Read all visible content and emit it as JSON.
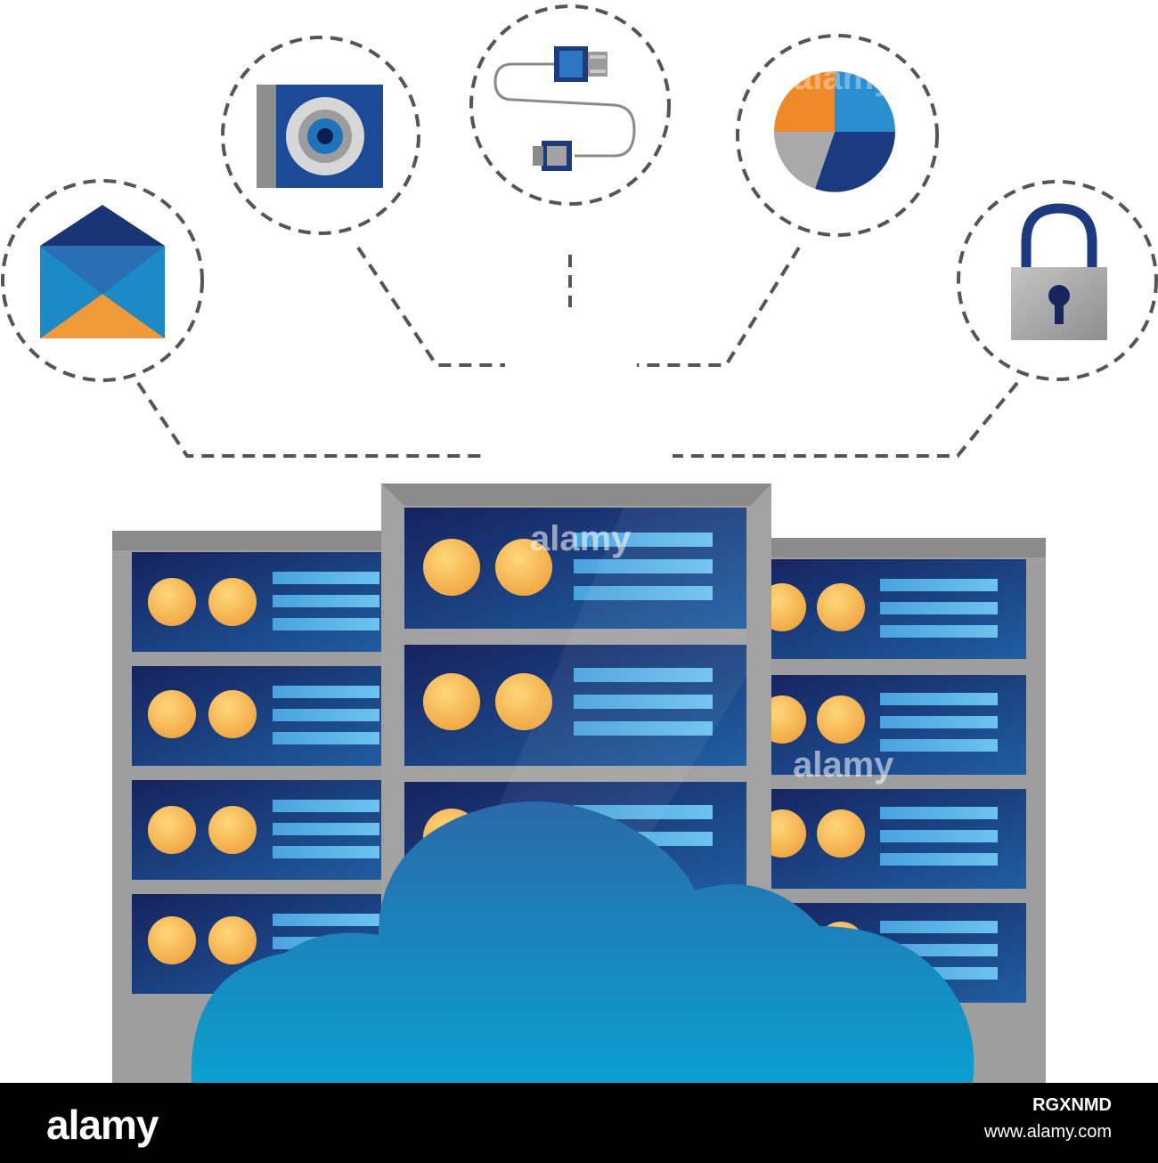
{
  "watermark": {
    "text": "alamy"
  },
  "footer": {
    "brand": "alamy",
    "image_code": "RGXNMD",
    "url": "www.alamy.com"
  },
  "illustration": {
    "icons": [
      "envelope-icon",
      "disc-drive-icon",
      "usb-cable-icon",
      "pie-chart-icon",
      "padlock-icon"
    ],
    "central": [
      "server-rack",
      "cloud"
    ],
    "colors": {
      "navy": "#0f1f56",
      "blue": "#1f6fb3",
      "sky": "#3f9fd6",
      "orange": "#f1a13a",
      "gray": "#9a9a9a",
      "cloud": "#2b86c2",
      "dash": "#555555"
    }
  }
}
